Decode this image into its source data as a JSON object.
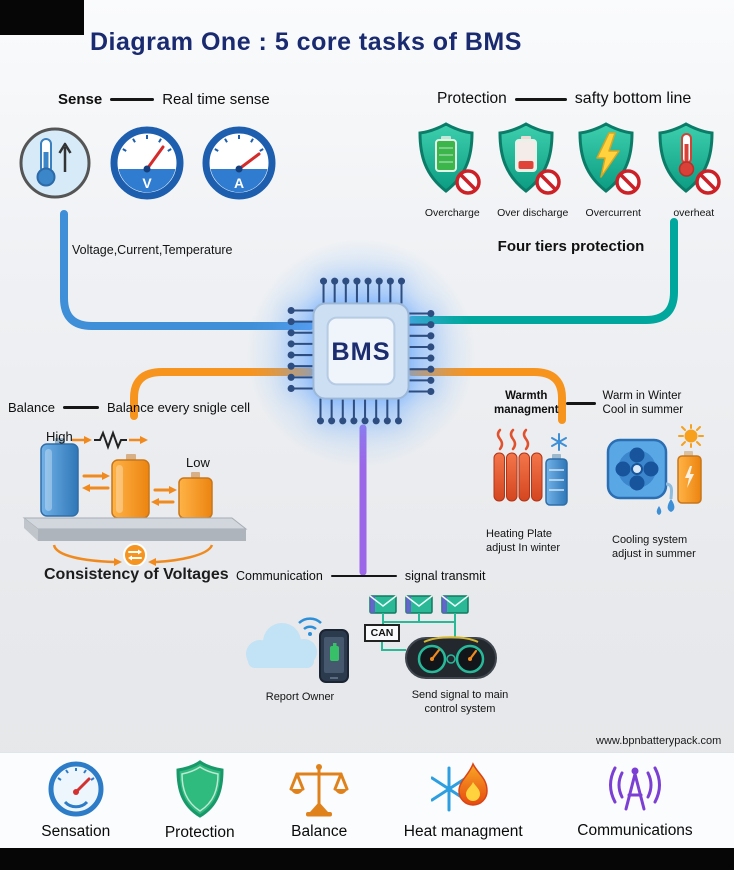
{
  "page": {
    "title": "Diagram One : 5 core tasks of BMS",
    "website": "www.bpnbatterypack.com"
  },
  "sense": {
    "label": "Sense",
    "tagline": "Real time sense",
    "caption": "Voltage,Current,Temperature",
    "gauge_v": "V",
    "gauge_a": "A"
  },
  "protection": {
    "label": "Protection",
    "tagline": "safty bottom line",
    "caption": "Four tiers protection",
    "items": [
      {
        "label": "Overcharge"
      },
      {
        "label": "Over discharge"
      },
      {
        "label": "Overcurrent"
      },
      {
        "label": "overheat"
      }
    ]
  },
  "bms": {
    "label": "BMS"
  },
  "balance": {
    "label": "Balance",
    "tagline": "Balance every snigle cell",
    "high": "High",
    "low": "Low",
    "caption": "Consistency of Voltages"
  },
  "warmth": {
    "label_line1": "Warmth",
    "label_line2": "managment",
    "tagline_line1": "Warm in Winter",
    "tagline_line2": "Cool in summer",
    "heating_line1": "Heating Plate",
    "heating_line2": "adjust In winter",
    "cooling_line1": "Cooling system",
    "cooling_line2": "adjust in summer"
  },
  "communication": {
    "label": "Communication",
    "tagline": "signal transmit",
    "report_caption": "Report Owner",
    "can_label": "CAN",
    "send_line1": "Send signal to main",
    "send_line2": "control system"
  },
  "footer": {
    "items": [
      {
        "label": "Sensation"
      },
      {
        "label": "Protection"
      },
      {
        "label": "Balance"
      },
      {
        "label": "Heat managment"
      },
      {
        "label": "Communications"
      }
    ]
  },
  "colors": {
    "accent_blue": "#3e8ed8",
    "accent_teal": "#00a79d",
    "accent_orange": "#f7941e",
    "accent_purple": "#9b66e8",
    "title_navy": "#1a2a70"
  }
}
